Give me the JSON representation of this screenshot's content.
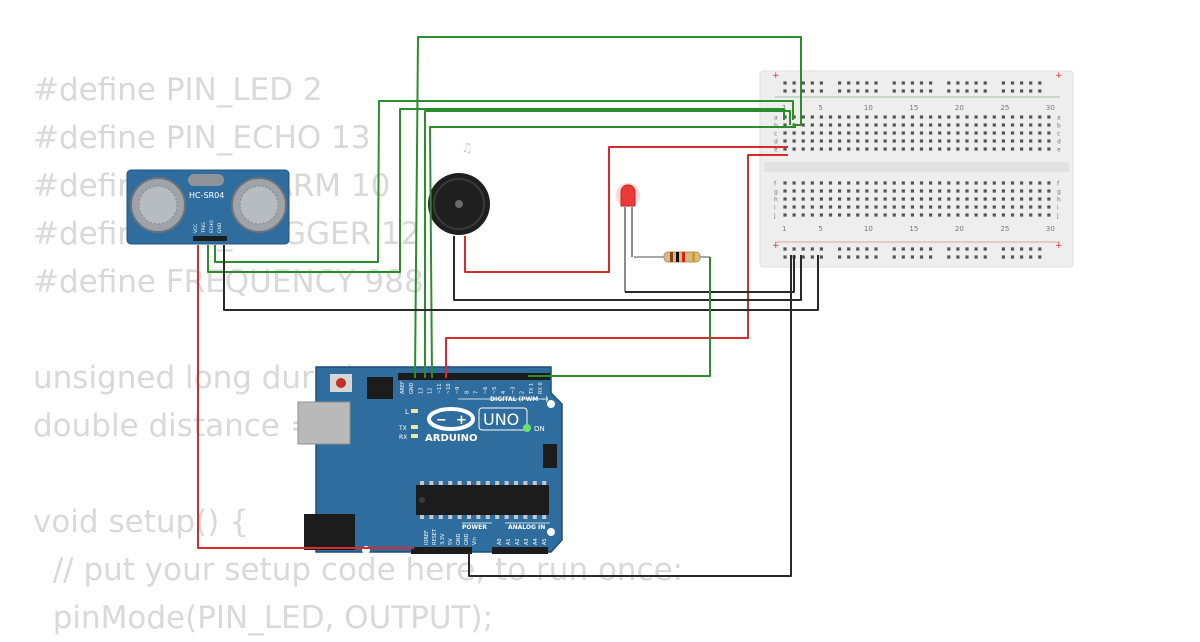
{
  "code_lines": [
    "#define PIN_LED 2",
    "#define PIN_ECHO 13",
    "#define PIN_ALARM 10",
    "#define PIN_TRIGGER 12",
    "#define FREQUENCY 988",
    "",
    "unsigned long duration = 0;",
    "double distance = 0;",
    "",
    "void setup() {",
    "  // put your setup code here, to run once:",
    "  pinMode(PIN_LED, OUTPUT);"
  ],
  "sensor": {
    "label": "HC-SR04",
    "pins": [
      "VCC",
      "TRIG",
      "ECHO",
      "GND"
    ]
  },
  "arduino": {
    "brand": "ARDUINO",
    "model": "UNO",
    "on_label": "ON",
    "digital_label": "DIGITAL (PWM ~)",
    "digital_pins": [
      "AREF",
      "GND",
      "13",
      "12",
      "~11",
      "~10",
      "~9",
      "8",
      "7",
      "~6",
      "~5",
      "4",
      "~3",
      "2",
      "TX 1",
      "RX 0"
    ],
    "power_label": "POWER",
    "analog_label": "ANALOG IN",
    "power_pins": [
      "IOREF",
      "RESET",
      "3.3V",
      "5V",
      "GND",
      "GND",
      "Vin"
    ],
    "analog_pins": [
      "A0",
      "A1",
      "A2",
      "A3",
      "A4",
      "A5"
    ],
    "led_labels": [
      "L",
      "TX",
      "RX"
    ]
  },
  "breadboard": {
    "col_numbers": [
      "1",
      "5",
      "10",
      "15",
      "20",
      "25",
      "30"
    ],
    "rows_top": [
      "a",
      "b",
      "c",
      "d",
      "e"
    ],
    "rows_bottom": [
      "f",
      "g",
      "h",
      "i",
      "j"
    ]
  },
  "colors": {
    "wire_green": "#2a8f2a",
    "wire_black": "#2a2a2a",
    "wire_red": "#d92b2b",
    "board_blue": "#2f6d9e",
    "code_text": "#d9d9d9"
  }
}
